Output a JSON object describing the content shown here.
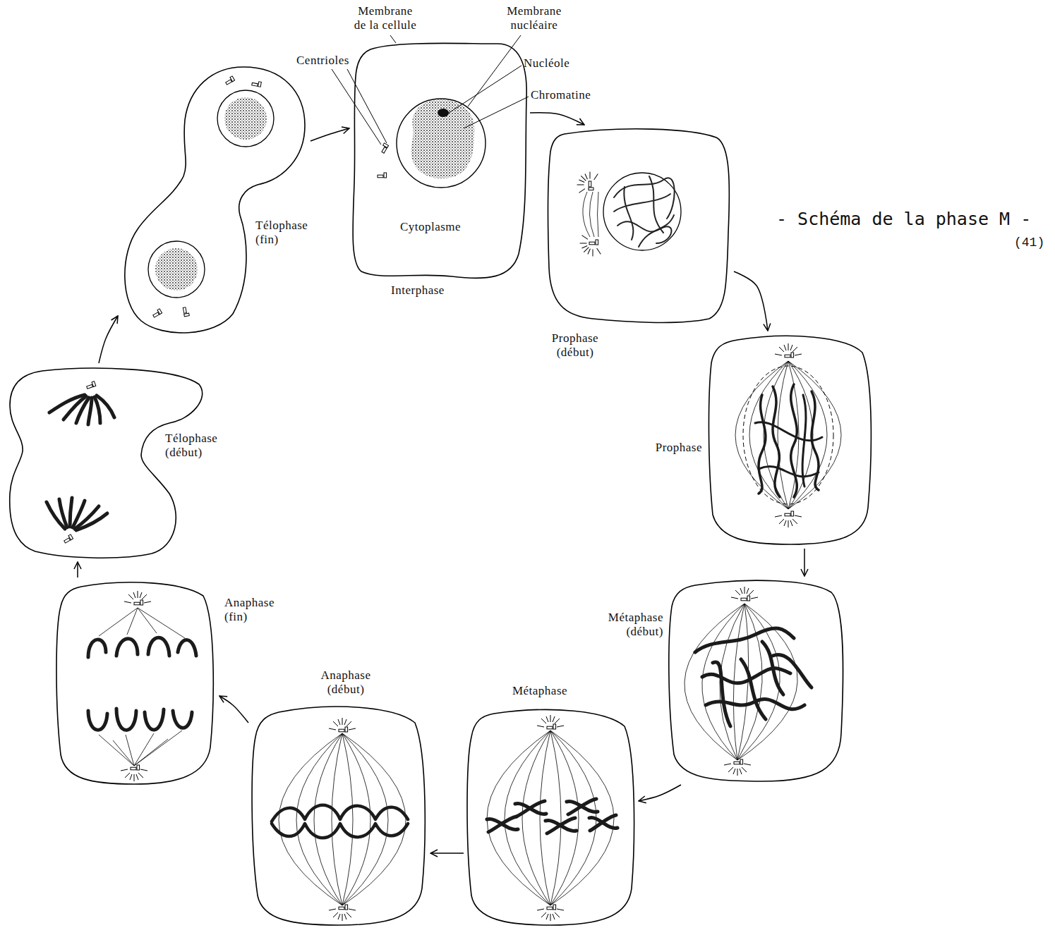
{
  "diagram": {
    "title": "- Schéma de la phase M -",
    "nodes": [
      {
        "text": [
          "Cytoplasme",
          "Interphase"
        ]
      },
      {
        "text": [
          "Prophase (début)"
        ]
      },
      {
        "text": [
          "Prophase"
        ]
      },
      {
        "text": [
          "Métaphase (début)"
        ]
      },
      {
        "text": [
          "Métaphase"
        ]
      },
      {
        "text": [
          "Anaphase (début)"
        ]
      },
      {
        "text": [
          "Anaphase (fin)"
        ]
      },
      {
        "text": [
          "Télophase (début)"
        ]
      },
      {
        "text": [
          "Télophase (fin)"
        ]
      }
    ],
    "edges": [
      {
        "from": 0,
        "to": 1,
        "arrow": "to"
      },
      {
        "from": 1,
        "to": 2,
        "arrow": "to"
      },
      {
        "from": 2,
        "to": 3,
        "arrow": "to"
      },
      {
        "from": 3,
        "to": 4,
        "arrow": "to"
      },
      {
        "from": 4,
        "to": 5,
        "arrow": "to"
      },
      {
        "from": 5,
        "to": 6,
        "arrow": "to"
      },
      {
        "from": 6,
        "to": 7,
        "arrow": "to"
      },
      {
        "from": 7,
        "to": 8,
        "arrow": "to"
      },
      {
        "from": 8,
        "to": 0,
        "arrow": "to"
      }
    ],
    "labels": [
      "Membrane de la cellule",
      "Membrane nucléaire",
      "Centrioles",
      "Nucléole",
      "Chromatine",
      "(41)"
    ]
  }
}
